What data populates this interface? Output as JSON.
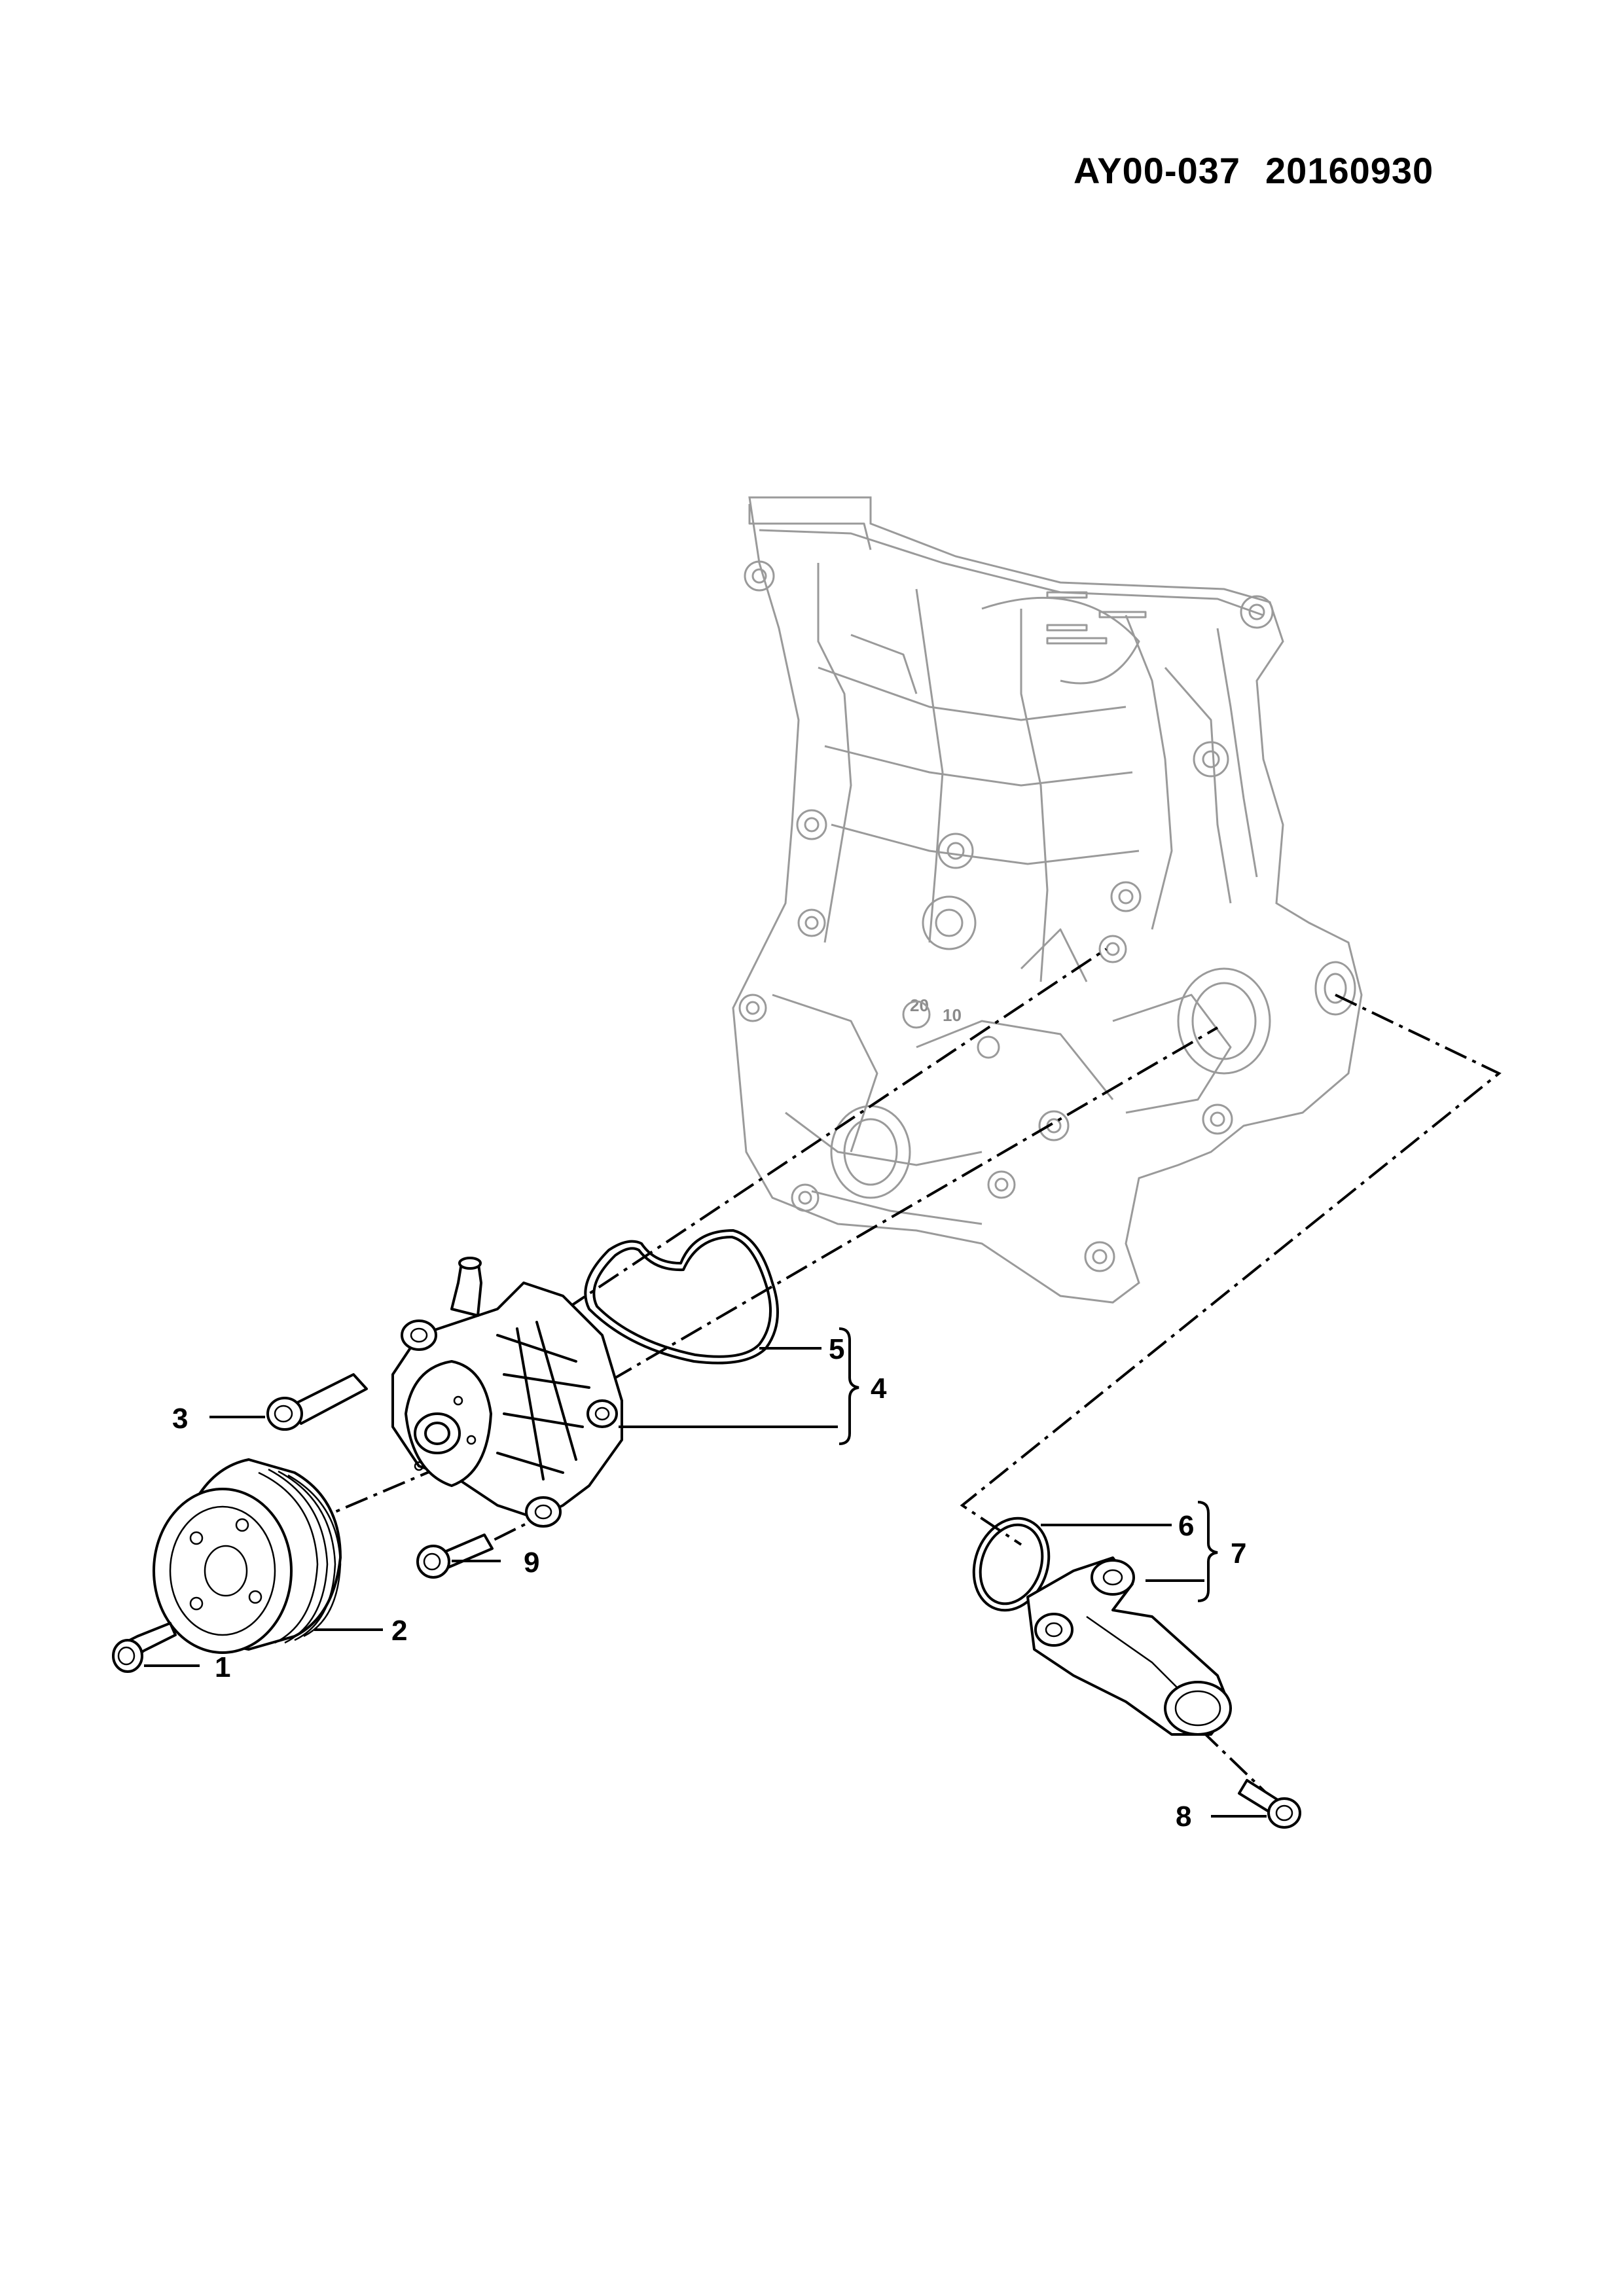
{
  "header": {
    "code": "AY00-037",
    "date": "20160930"
  },
  "callouts": {
    "c1": "1",
    "c2": "2",
    "c3": "3",
    "c4": "4",
    "c5": "5",
    "c6": "6",
    "c7": "7",
    "c8": "8",
    "c9": "9"
  },
  "cover_markings": {
    "m1": "20",
    "m2": "10"
  }
}
